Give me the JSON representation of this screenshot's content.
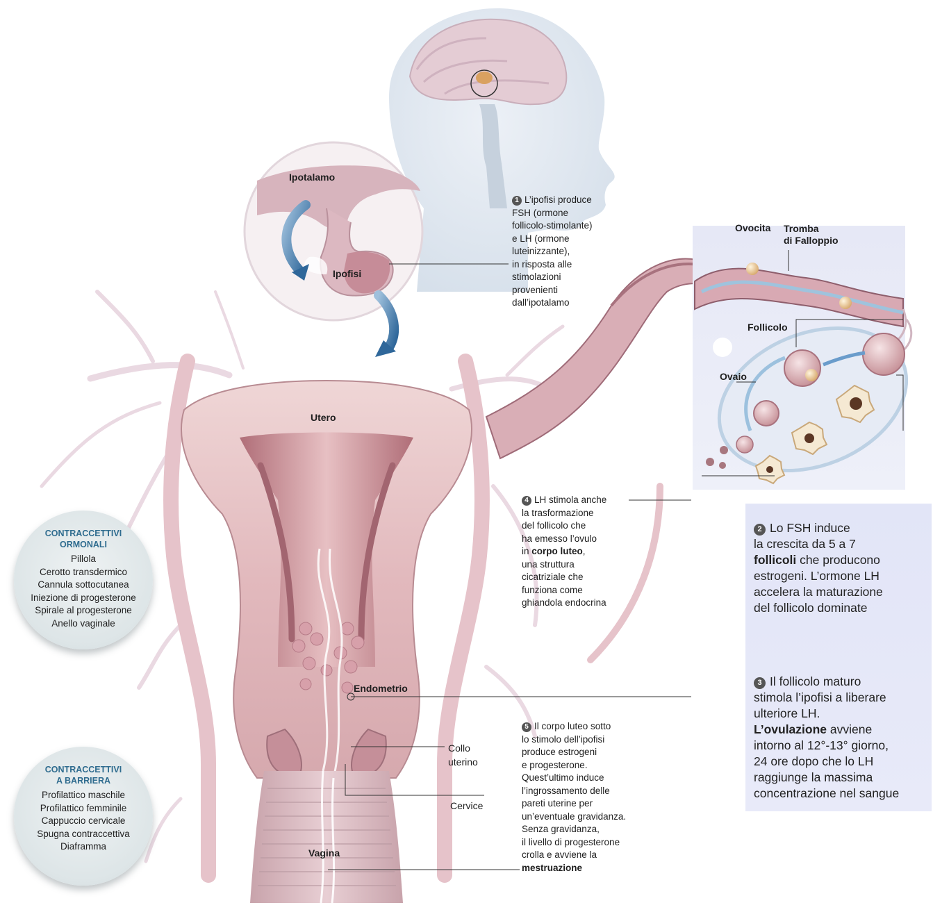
{
  "colors": {
    "tissue": "#e7c4c8",
    "tissue_dark": "#b9858c",
    "vessel": "#ecd9e2",
    "arrow_blue": "#3f78a8",
    "panel_bg": "#e4e6f8",
    "badge_title": "#2f6c8f"
  },
  "labels": {
    "ipotalamo": "Ipotalamo",
    "ipofisi": "Ipofisi",
    "utero": "Utero",
    "ovocita": "Ovocita",
    "tromba": "Tromba",
    "di_falloppio": "di Falloppio",
    "follicolo": "Follicolo",
    "ovaio": "Ovaio",
    "endometrio": "Endometrio",
    "collo": "Collo",
    "uterino": "uterino",
    "cervice": "Cervice",
    "vagina": "Vagina"
  },
  "notes": {
    "n1": {
      "num": "1",
      "lines": [
        "L’ipofisi produce",
        "FSH (ormone",
        "follicolo-stimolante)",
        "e LH (ormone",
        "luteinizzante),",
        "in risposta alle",
        "stimolazioni",
        "provenienti",
        "dall’ipotalamo"
      ]
    },
    "n4": {
      "num": "4",
      "l1": "LH stimola anche",
      "l2": "la trasformazione",
      "l3": "del follicolo che",
      "l4": "ha emesso l’ovulo",
      "l5_pre": "in ",
      "l5_bold": "corpo luteo",
      "l5_post": ",",
      "l6": "una struttura",
      "l7": "cicatriziale che",
      "l8": "funziona come",
      "l9": "ghiandola endocrina"
    },
    "n5": {
      "num": "5",
      "lines": [
        "Il corpo luteo sotto",
        "lo stimolo dell’ipofisi",
        "produce estrogeni",
        "e progesterone.",
        "Quest’ultimo induce",
        "l’ingrossamento delle",
        "pareti uterine per",
        "un’eventuale gravidanza.",
        "Senza gravidanza,",
        "il livello di progesterone",
        "crolla e avviene la"
      ],
      "last_bold": "mestruazione"
    }
  },
  "panel": {
    "n2": {
      "num": "2",
      "l1": "Lo FSH induce",
      "l2": "la crescita da 5 a 7",
      "l3_bold": "follicoli",
      "l3_post": " che producono",
      "l4": "estrogeni. L’ormone LH",
      "l5": "accelera la maturazione",
      "l6": "del follicolo dominate"
    },
    "n3": {
      "num": "3",
      "l1": "Il follicolo maturo",
      "l2": "stimola l’ipofisi a liberare",
      "l3": "ulteriore LH.",
      "l4_bold": "L’ovulazione",
      "l4_post": " avviene",
      "l5": "intorno al 12°-13° giorno,",
      "l6": "24 ore dopo che lo LH",
      "l7": "raggiunge la massima",
      "l8": "concentrazione nel sangue"
    }
  },
  "badges": {
    "ormonali": {
      "title1": "CONTRACCETTIVI",
      "title2": "ORMONALI",
      "items": [
        "Pillola",
        "Cerotto transdermico",
        "Cannula sottocutanea",
        "Iniezione di progesterone",
        "Spirale al progesterone",
        "Anello vaginale"
      ]
    },
    "barriera": {
      "title1": "CONTRACCETTIVI",
      "title2": "A BARRIERA",
      "items": [
        "Profilattico maschile",
        "Profilattico femminile",
        "Cappuccio cervicale",
        "Spugna contraccettiva",
        "Diaframma"
      ]
    }
  }
}
